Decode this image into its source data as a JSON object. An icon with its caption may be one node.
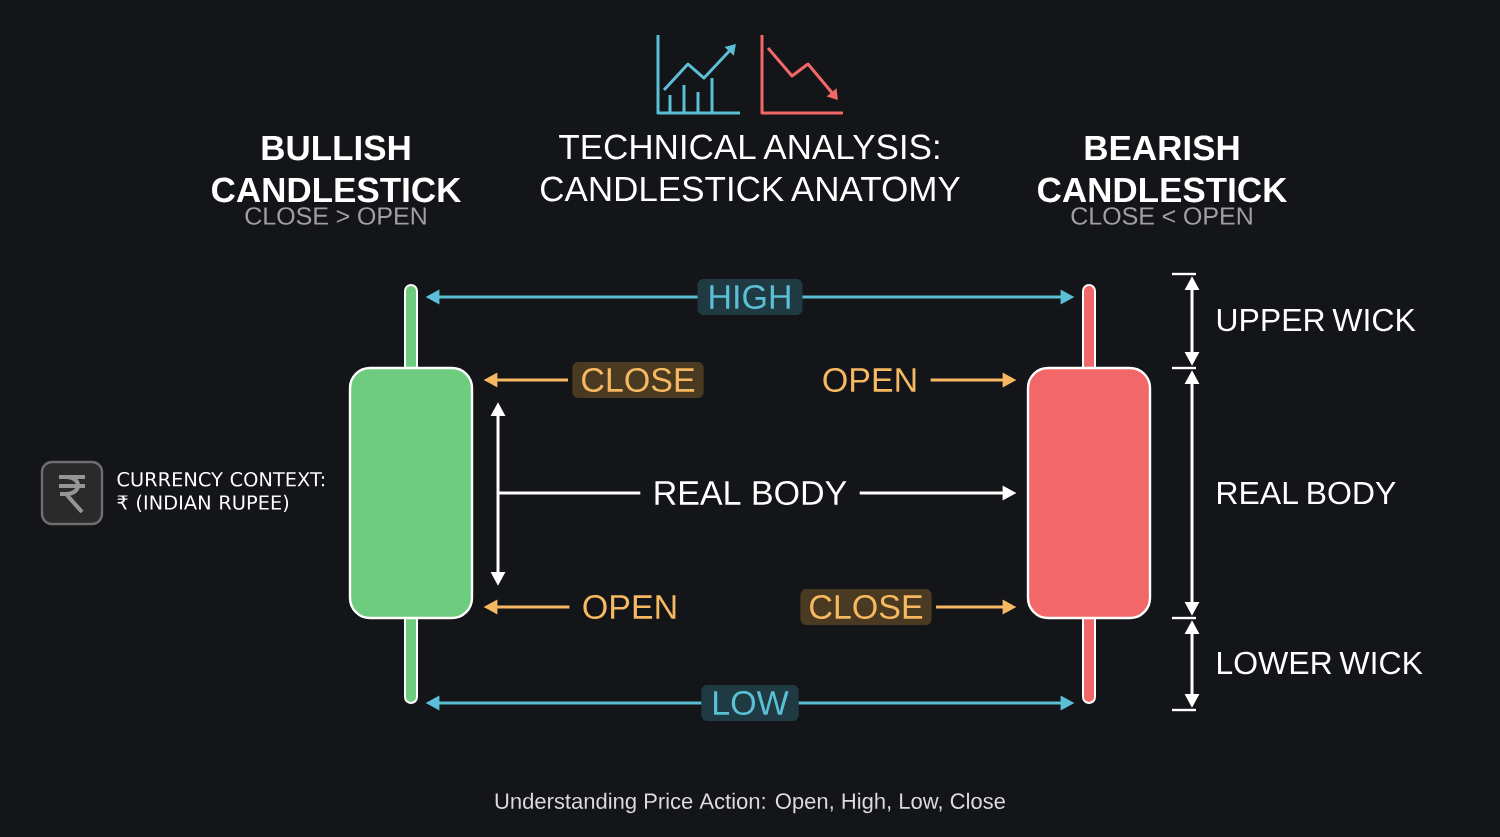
{
  "diagram": {
    "title": "TECHNICAL ANALYSIS: CANDLESTICK ANATOMY",
    "caption": "Understanding Price Action: Open, High, Low, Close",
    "nodes": [
      {
        "text": [],
        "shape": "bar"
      },
      {
        "text": [],
        "shape": "bar"
      },
      {
        "text": [
          "CLOSE"
        ]
      },
      {
        "text": [
          "OPEN"
        ]
      },
      {
        "text": [
          "OPEN"
        ]
      },
      {
        "text": [
          "CLOSE"
        ]
      },
      {
        "text": [
          "REAL BODY"
        ]
      }
    ],
    "edges": [
      {
        "from": 0,
        "to": 1,
        "arrow": "both",
        "label": "HIGH",
        "color": "#5bc0d6"
      },
      {
        "from": 0,
        "to": 1,
        "arrow": "both",
        "label": "LOW",
        "color": "#5bc0d6"
      },
      {
        "from": 2,
        "to": 0,
        "arrow": "to",
        "color": "#f7b862"
      },
      {
        "from": 3,
        "to": 0,
        "arrow": "to",
        "color": "#f7b862"
      },
      {
        "from": 4,
        "to": 1,
        "arrow": "to",
        "color": "#f7b862"
      },
      {
        "from": 5,
        "to": 1,
        "arrow": "to",
        "color": "#f7b862"
      },
      {
        "from": 6,
        "to": 1,
        "arrow": "to",
        "color": "#ffffff"
      },
      {
        "from": 6,
        "to": null,
        "arrow": "none",
        "color": "#ffffff"
      }
    ],
    "labels": [
      "BULLISH CANDLESTICK",
      "CLOSE > OPEN",
      "BEARISH CANDLESTICK",
      "CLOSE < OPEN",
      "CURRENCY CONTEXT: ₹ (INDIAN RUPEE)",
      "UPPER WICK",
      "REAL BODY",
      "LOWER WICK"
    ]
  }
}
